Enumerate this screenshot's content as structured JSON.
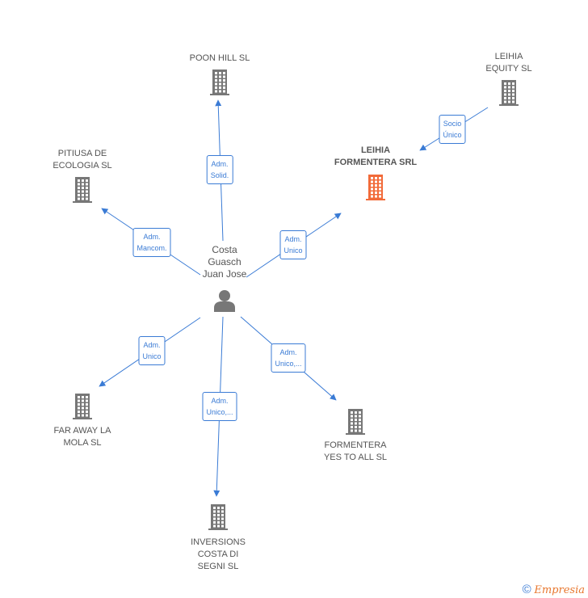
{
  "person": {
    "label": "Costa\nGuasch\nJuan Jose",
    "icon": "person-icon"
  },
  "companies": [
    {
      "id": "poon-hill",
      "label": "POON HILL  SL",
      "icon": "building-icon",
      "highlight": false
    },
    {
      "id": "leihia-equity",
      "label": "LEIHIA\nEQUITY  SL",
      "icon": "building-icon",
      "highlight": false
    },
    {
      "id": "pitiusa",
      "label": "PITIUSA DE\nECOLOGIA SL",
      "icon": "building-icon",
      "highlight": false
    },
    {
      "id": "leihia-formentera",
      "label": "LEIHIA\nFORMENTERA SRL",
      "icon": "building-icon",
      "highlight": true
    },
    {
      "id": "far-away",
      "label": "FAR AWAY LA\nMOLA  SL",
      "icon": "building-icon",
      "highlight": false
    },
    {
      "id": "inversions",
      "label": "INVERSIONS\nCOSTA DI\nSEGNI  SL",
      "icon": "building-icon",
      "highlight": false
    },
    {
      "id": "formentera-yes",
      "label": "FORMENTERA\nYES TO ALL  SL",
      "icon": "building-icon",
      "highlight": false
    }
  ],
  "edges": [
    {
      "from": "person",
      "to": "poon-hill",
      "label": "Adm.\nSolid."
    },
    {
      "from": "person",
      "to": "pitiusa",
      "label": "Adm.\nMancom."
    },
    {
      "from": "person",
      "to": "leihia-formentera",
      "label": "Adm.\nUnico"
    },
    {
      "from": "leihia-equity",
      "to": "leihia-formentera",
      "label": "Socio\nÚnico"
    },
    {
      "from": "person",
      "to": "far-away",
      "label": "Adm.\nUnico"
    },
    {
      "from": "person",
      "to": "inversions",
      "label": "Adm.\nUnico,..."
    },
    {
      "from": "person",
      "to": "formentera-yes",
      "label": "Adm.\nUnico,..."
    }
  ],
  "colors": {
    "edge": "#3a7bd5",
    "building": "#777777",
    "highlight": "#f26b3a",
    "text": "#555555"
  },
  "footer": {
    "copyright": "©",
    "brand": "Empresia"
  }
}
